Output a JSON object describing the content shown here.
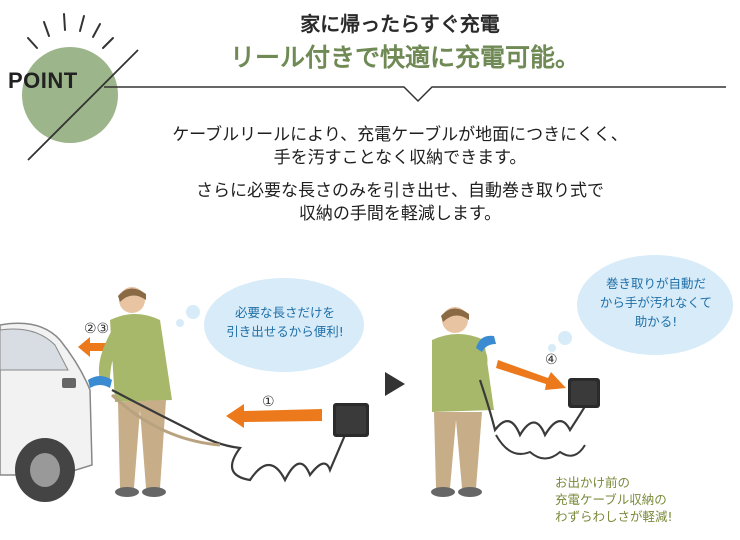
{
  "header": {
    "badge": "POINT",
    "title_line1": "家に帰ったらすぐ充電",
    "title_line2": "リール付きで快適に充電可能。"
  },
  "body": {
    "lines": [
      "ケーブルリールにより、充電ケーブルが地面につきにくく、",
      "手を汚すことなく収納できます。",
      "さらに必要な長さのみを引き出せ、自動巻き取り式で",
      "収納の手間を軽減します。"
    ]
  },
  "bubbles": {
    "left": [
      "必要な長さだけを",
      "引き出せるから便利!"
    ],
    "right": [
      "巻き取りが自動だ",
      "から手が汚れなくて",
      "助かる!"
    ]
  },
  "steps": {
    "s1": "①",
    "s23": "②③",
    "s4": "④"
  },
  "caption": [
    "お出かけ前の",
    "充電ケーブル収納の",
    "わずらわしさが軽減!"
  ],
  "colors": {
    "accent_green": "#6f8a55",
    "badge_green": "#9cb58a",
    "arrow_orange": "#ec7a1c",
    "bubble_blue": "#d7ebf8",
    "bubble_text": "#1f6fa8",
    "caption_green": "#7a8a3a"
  }
}
